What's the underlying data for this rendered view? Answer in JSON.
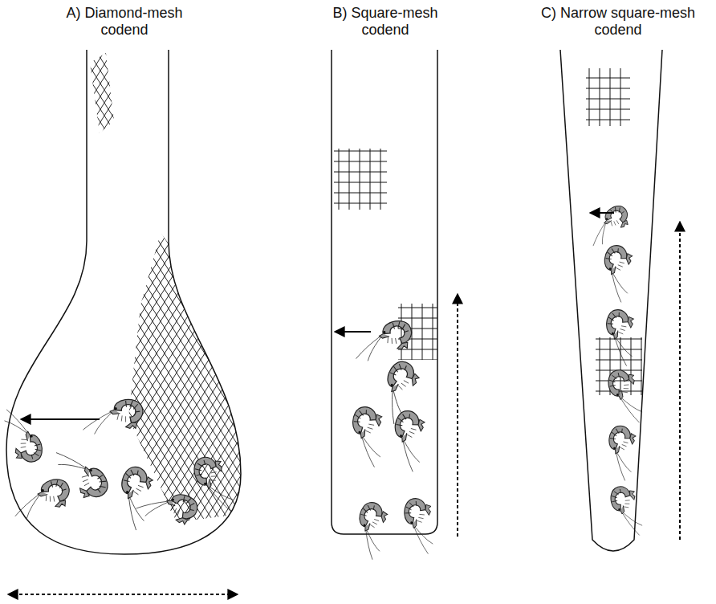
{
  "diagram": {
    "labels": [
      "A) Diamond-mesh codend",
      "B) Square-mesh codend",
      "C) Narrow square-mesh codend"
    ]
  }
}
